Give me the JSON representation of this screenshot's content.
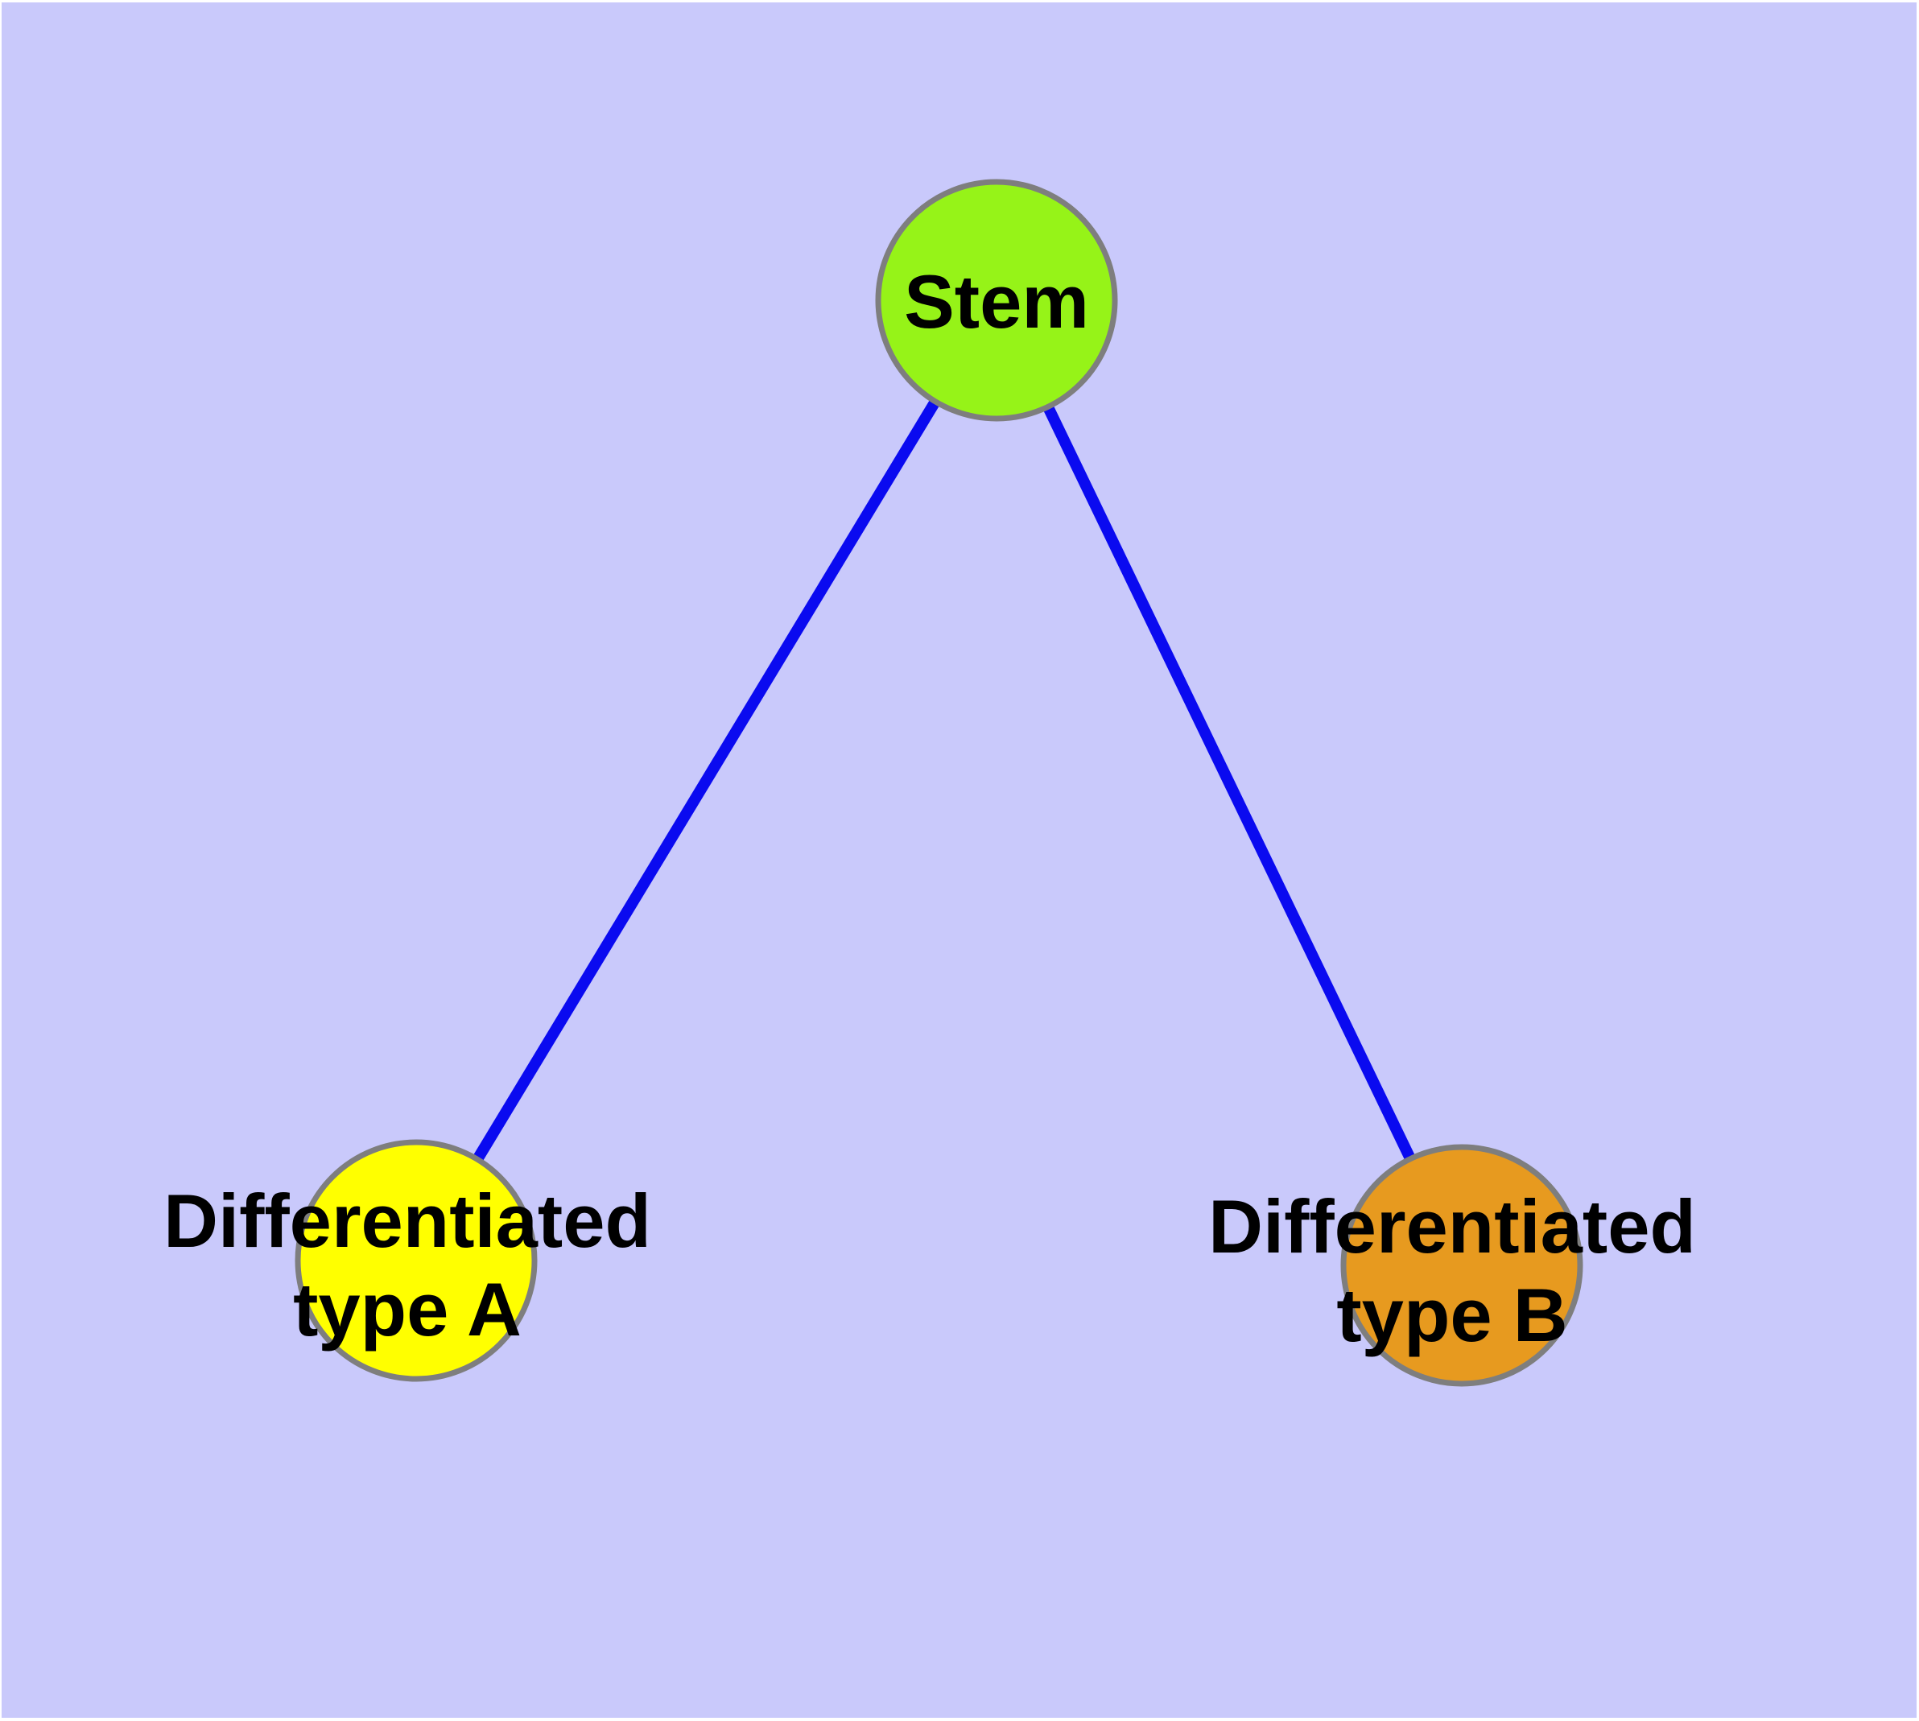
{
  "figure": {
    "type": "node-link-graph",
    "description": "Stem cell differentiation graph: one stem node connected to two differentiated cell type nodes",
    "background_color": "#C9C9FB",
    "page_margin_color": "#FFFFFF",
    "edge_color": "#0A0AF0",
    "node_border_color": "#7E7E7E",
    "label_color": "#000000",
    "nodes": [
      {
        "id": "stem",
        "label": "Stem",
        "fill": "#96F318"
      },
      {
        "id": "type-a",
        "label_line1": "Differentiated",
        "label_line2": "type A",
        "fill": "#FFFF00"
      },
      {
        "id": "type-b",
        "label_line1": "Differentiated",
        "label_line2": "type B",
        "fill": "#E79A1F"
      }
    ],
    "edges": [
      {
        "from": "Stem",
        "to": "Differentiated type A"
      },
      {
        "from": "Stem",
        "to": "Differentiated type B"
      }
    ]
  }
}
